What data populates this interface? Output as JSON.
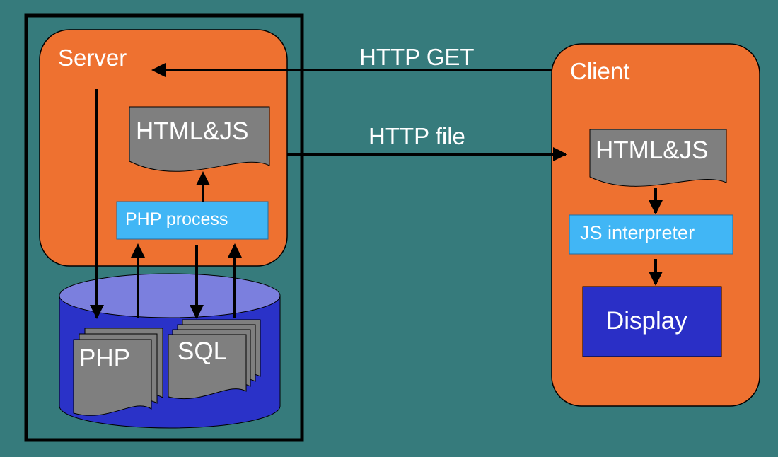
{
  "server": {
    "label": "Server"
  },
  "client": {
    "label": "Client"
  },
  "messages": {
    "request": "HTTP GET",
    "response": "HTTP file"
  },
  "server_doc": {
    "label": "HTML&JS"
  },
  "client_doc": {
    "label": "HTML&JS"
  },
  "php_process": {
    "label": "PHP process"
  },
  "js_interpreter": {
    "label": "JS interpreter"
  },
  "display": {
    "label": "Display"
  },
  "database": {
    "php_label": "PHP",
    "sql_label": "SQL"
  },
  "colors": {
    "background": "#367b7c",
    "container_fill": "#ee7130",
    "process_fill": "#41b6f5",
    "database_top": "#7b7fde",
    "database_body": "#2a32c8",
    "document_fill": "#7f7f7f",
    "display_fill": "#2a2fc6"
  }
}
